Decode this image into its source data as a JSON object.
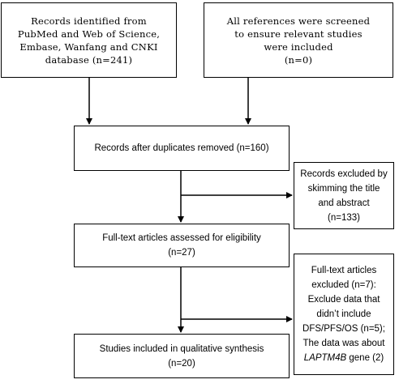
{
  "flowchart": {
    "box_identified": {
      "lines": [
        "Records identified from",
        "PubMed and Web of Science,",
        "Embase, Wanfang and CNKI",
        "database (n=241)"
      ]
    },
    "box_references": {
      "lines": [
        "All references were screened",
        "to ensure relevant studies",
        "were included",
        "(n=0)"
      ]
    },
    "box_after_duplicates": {
      "text": "Records after duplicates removed (n=160)"
    },
    "box_excluded_title": {
      "lines": [
        "Records excluded by",
        "skimming the title",
        "and abstract",
        "(n=133)"
      ]
    },
    "box_fulltext": {
      "lines": [
        "Full-text articles assessed for eligibility",
        "(n=27)"
      ]
    },
    "box_fulltext_excluded": {
      "lines": [
        "Full-text articles",
        "excluded (n=7):",
        "Exclude data that",
        "didn’t include",
        "DFS/PFS/OS (n=5);",
        "The data was about"
      ],
      "gene_name": "LAPTM4B",
      "gene_suffix": " gene (2)"
    },
    "box_included": {
      "lines": [
        "Studies included in qualitative synthesis",
        "(n=20)"
      ]
    }
  }
}
